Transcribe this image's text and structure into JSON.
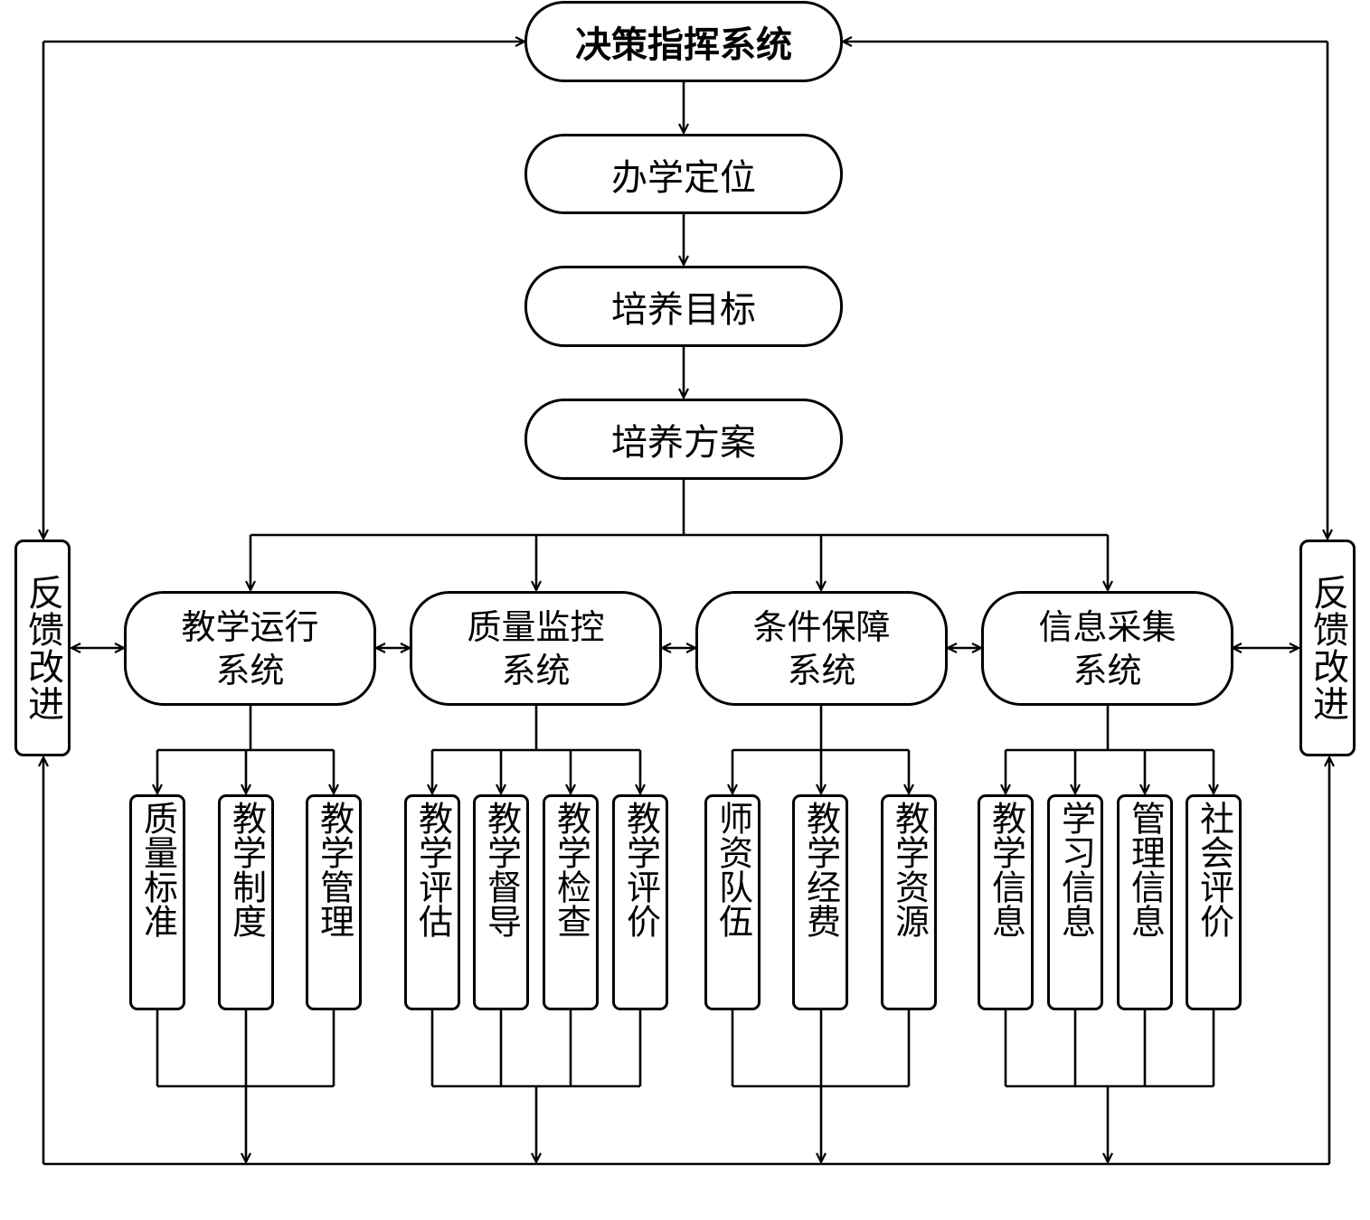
{
  "top": {
    "title": "决策指挥系统"
  },
  "chain": [
    "办学定位",
    "培养目标",
    "培养方案"
  ],
  "feedback": {
    "left": "反馈改进",
    "right": "反馈改进"
  },
  "systems": [
    {
      "label": "教学运行系统",
      "children": [
        "质量标准",
        "教学制度",
        "教学管理"
      ]
    },
    {
      "label": "质量监控系统",
      "children": [
        "教学评估",
        "教学督导",
        "教学检查",
        "教学评价"
      ]
    },
    {
      "label": "条件保障系统",
      "children": [
        "师资队伍",
        "教学经费",
        "教学资源"
      ]
    },
    {
      "label": "信息采集系统",
      "children": [
        "教学信息",
        "学习信息",
        "管理信息",
        "社会评价"
      ]
    }
  ]
}
